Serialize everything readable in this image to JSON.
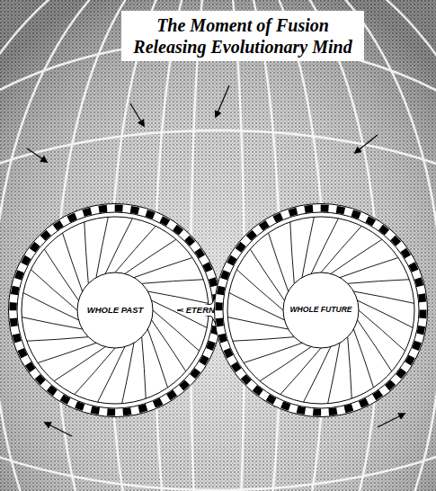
{
  "diagram": {
    "title": "The Moment of Fusion Releasing Evolutionary Mind",
    "nodes": [
      {
        "text": [
          "WHOLE PAST"
        ]
      },
      {
        "text": [
          "ETERNAL NOW"
        ]
      },
      {
        "text": [
          "WHOLE FUTURE"
        ]
      }
    ]
  }
}
